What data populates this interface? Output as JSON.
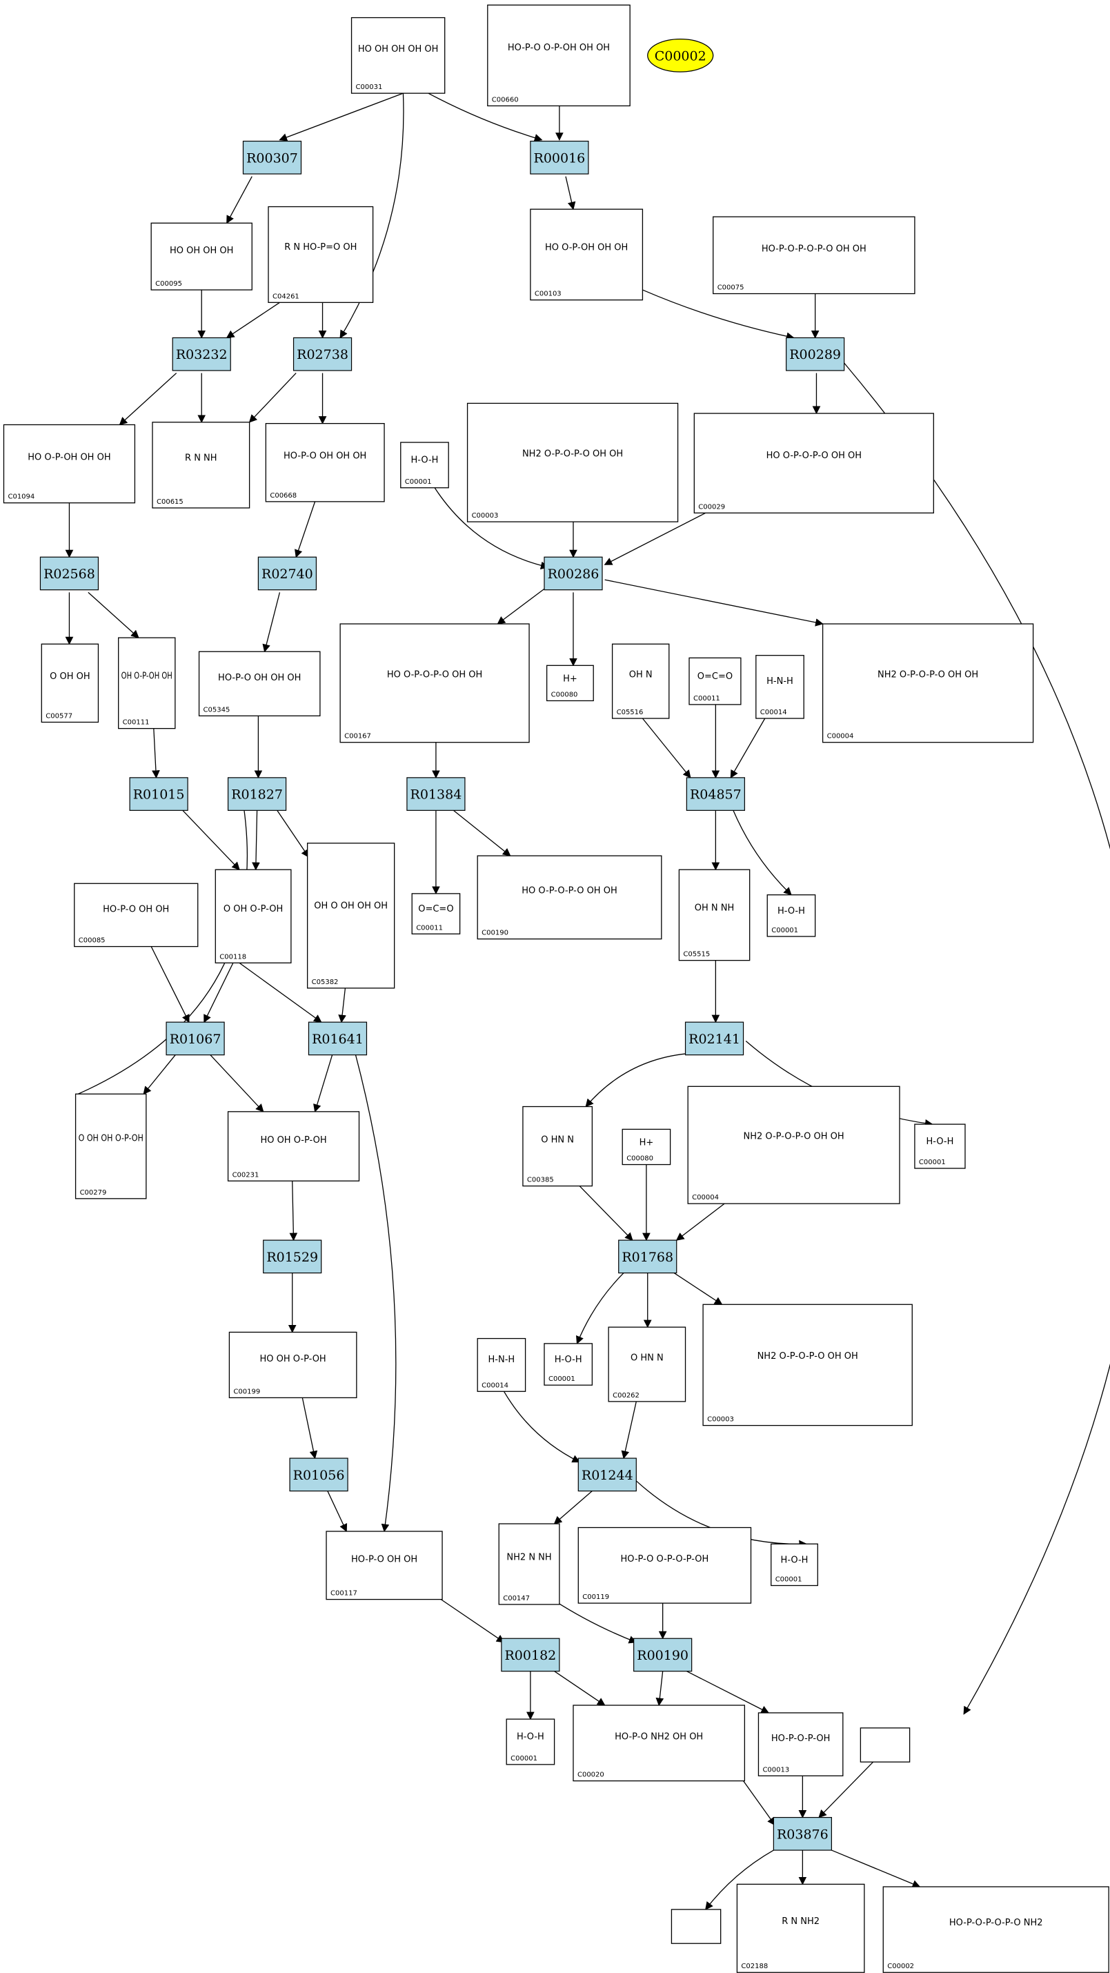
{
  "reactions": [
    {
      "id": "R00307",
      "label": "R00307"
    },
    {
      "id": "R00016",
      "label": "R00016"
    },
    {
      "id": "R03232",
      "label": "R03232"
    },
    {
      "id": "R02738",
      "label": "R02738"
    },
    {
      "id": "R00289",
      "label": "R00289"
    },
    {
      "id": "R02568",
      "label": "R02568"
    },
    {
      "id": "R02740",
      "label": "R02740"
    },
    {
      "id": "R00286",
      "label": "R00286"
    },
    {
      "id": "R01015",
      "label": "R01015"
    },
    {
      "id": "R01827",
      "label": "R01827"
    },
    {
      "id": "R01384",
      "label": "R01384"
    },
    {
      "id": "R04857",
      "label": "R04857"
    },
    {
      "id": "R01067",
      "label": "R01067"
    },
    {
      "id": "R01641",
      "label": "R01641"
    },
    {
      "id": "R02141",
      "label": "R02141"
    },
    {
      "id": "R01529",
      "label": "R01529"
    },
    {
      "id": "R01768",
      "label": "R01768"
    },
    {
      "id": "R01056",
      "label": "R01056"
    },
    {
      "id": "R01244",
      "label": "R01244"
    },
    {
      "id": "R00182",
      "label": "R00182"
    },
    {
      "id": "R00190",
      "label": "R00190"
    },
    {
      "id": "R03876",
      "label": "R03876"
    }
  ],
  "compounds": [
    {
      "id": "c00031",
      "label": "C00031",
      "formula": "HO  OH  OH  OH  OH"
    },
    {
      "id": "c00660",
      "label": "C00660",
      "formula": "HO-P-O  O-P-OH  OH  OH"
    },
    {
      "id": "c00095",
      "label": "C00095",
      "formula": "HO  OH  OH  OH"
    },
    {
      "id": "c04261",
      "label": "C04261",
      "formula": "R  N  HO-P=O  OH"
    },
    {
      "id": "c00103",
      "label": "C00103",
      "formula": "HO  O-P-OH  OH  OH"
    },
    {
      "id": "c00075",
      "label": "C00075",
      "formula": "HO-P-O-P-O-P-O  OH OH"
    },
    {
      "id": "c01094",
      "label": "C01094",
      "formula": "HO  O-P-OH  OH  OH"
    },
    {
      "id": "c00615",
      "label": "C00615",
      "formula": "R  N  NH"
    },
    {
      "id": "c00668",
      "label": "C00668",
      "formula": "HO-P-O  OH  OH  OH"
    },
    {
      "id": "c00001a",
      "label": "C00001",
      "formula": "H-O-H"
    },
    {
      "id": "c00003a",
      "label": "C00003",
      "formula": "NH2  O-P-O-P-O  OH OH"
    },
    {
      "id": "c00029",
      "label": "C00029",
      "formula": "HO  O-P-O-P-O  OH OH"
    },
    {
      "id": "c00577",
      "label": "C00577",
      "formula": "O  OH  OH"
    },
    {
      "id": "c00111",
      "label": "C00111",
      "formula": "OH  O-P-OH  OH"
    },
    {
      "id": "c05345",
      "label": "C05345",
      "formula": "HO-P-O  OH  OH  OH"
    },
    {
      "id": "c00167",
      "label": "C00167",
      "formula": "HO  O-P-O-P-O  OH OH"
    },
    {
      "id": "c00080a",
      "label": "C00080",
      "formula": "H+"
    },
    {
      "id": "c05516",
      "label": "C05516",
      "formula": "OH  N"
    },
    {
      "id": "c00011a",
      "label": "C00011",
      "formula": "O=C=O"
    },
    {
      "id": "c00014a",
      "label": "C00014",
      "formula": "H-N-H"
    },
    {
      "id": "c00004a",
      "label": "C00004",
      "formula": "NH2  O-P-O-P-O  OH OH"
    },
    {
      "id": "c00085",
      "label": "C00085",
      "formula": "HO-P-O  OH  OH"
    },
    {
      "id": "c00118",
      "label": "C00118",
      "formula": "O  OH  O-P-OH"
    },
    {
      "id": "c05382",
      "label": "C05382",
      "formula": "OH  O  OH  OH  OH"
    },
    {
      "id": "c00011b",
      "label": "C00011",
      "formula": "O=C=O"
    },
    {
      "id": "c00190",
      "label": "C00190",
      "formula": "HO  O-P-O-P-O  OH OH"
    },
    {
      "id": "c05515",
      "label": "C05515",
      "formula": "OH  N  NH"
    },
    {
      "id": "c00001b",
      "label": "C00001",
      "formula": "H-O-H"
    },
    {
      "id": "c00279",
      "label": "C00279",
      "formula": "O  OH  OH  O-P-OH"
    },
    {
      "id": "c00231",
      "label": "C00231",
      "formula": "HO  OH  O-P-OH"
    },
    {
      "id": "c00385",
      "label": "C00385",
      "formula": "O  HN  N"
    },
    {
      "id": "c00080b",
      "label": "C00080",
      "formula": "H+"
    },
    {
      "id": "c00004b",
      "label": "C00004",
      "formula": "NH2  O-P-O-P-O  OH OH"
    },
    {
      "id": "c00001c",
      "label": "C00001",
      "formula": "H-O-H"
    },
    {
      "id": "c00199",
      "label": "C00199",
      "formula": "HO  OH  O-P-OH"
    },
    {
      "id": "c00014b",
      "label": "C00014",
      "formula": "H-N-H"
    },
    {
      "id": "c00001d",
      "label": "C00001",
      "formula": "H-O-H"
    },
    {
      "id": "c00262",
      "label": "C00262",
      "formula": "O  HN  N"
    },
    {
      "id": "c00003b",
      "label": "C00003",
      "formula": "NH2  O-P-O-P-O  OH OH"
    },
    {
      "id": "c00117",
      "label": "C00117",
      "formula": "HO-P-O  OH  OH"
    },
    {
      "id": "c00147",
      "label": "C00147",
      "formula": "NH2  N  NH"
    },
    {
      "id": "c00119",
      "label": "C00119",
      "formula": "HO-P-O  O-P-O-P-OH"
    },
    {
      "id": "c00001e",
      "label": "C00001",
      "formula": "H-O-H"
    },
    {
      "id": "c00001f",
      "label": "C00001",
      "formula": "H-O-H"
    },
    {
      "id": "c00020",
      "label": "C00020",
      "formula": "HO-P-O  NH2  OH  OH"
    },
    {
      "id": "c00013",
      "label": "C00013",
      "formula": "HO-P-O-P-OH"
    },
    {
      "id": "empty1",
      "label": "",
      "formula": ""
    },
    {
      "id": "c02188",
      "label": "C02188",
      "formula": "R  N  NH2"
    },
    {
      "id": "empty2",
      "label": "",
      "formula": ""
    },
    {
      "id": "c00002b",
      "label": "C00002",
      "formula": "HO-P-O-P-O-P-O  NH2"
    }
  ],
  "highlight": {
    "label": "C00002",
    "color": "#ffff00"
  }
}
